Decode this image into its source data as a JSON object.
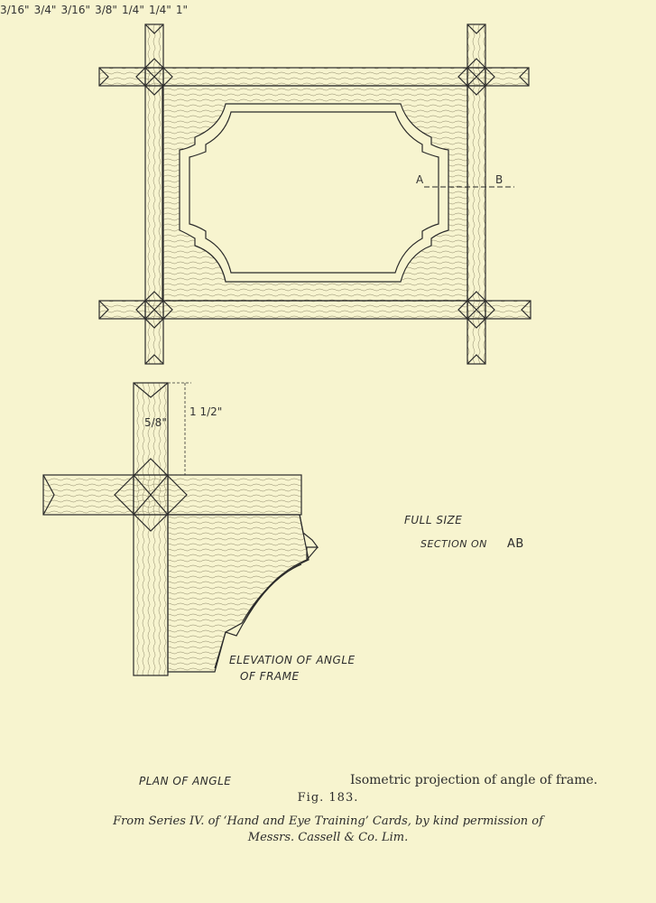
{
  "labels": {
    "section_a": "A",
    "section_b": "B",
    "dim_top_width": "5/8\"",
    "dim_top_height": "1 1/2\"",
    "dim_section_width": "3/4\"",
    "dim_section_thick": "3/16\"",
    "dim_section_lip": "3/16\"",
    "dim_section_lip2": "3/8\"",
    "dim_section_bottom": "1/4\"",
    "dim_section_curve": "1/4\"",
    "dim_plan": "1\"",
    "elevation_line1": "ELEVATION OF ANGLE",
    "elevation_line2": "OF FRAME",
    "full_size": "FULL SIZE",
    "section_on": "SECTION ON",
    "section_ab": "AB",
    "plan_of_angle": "PLAN OF ANGLE"
  },
  "captions": {
    "isometric": "Isometric projection of angle of frame.",
    "figure_number": "Fig. 183.",
    "credit_line1": "From Series IV. of ‘Hand and Eye Training’ Cards, by kind permission of",
    "credit_line2": "Messrs. Cassell & Co. Lim."
  }
}
